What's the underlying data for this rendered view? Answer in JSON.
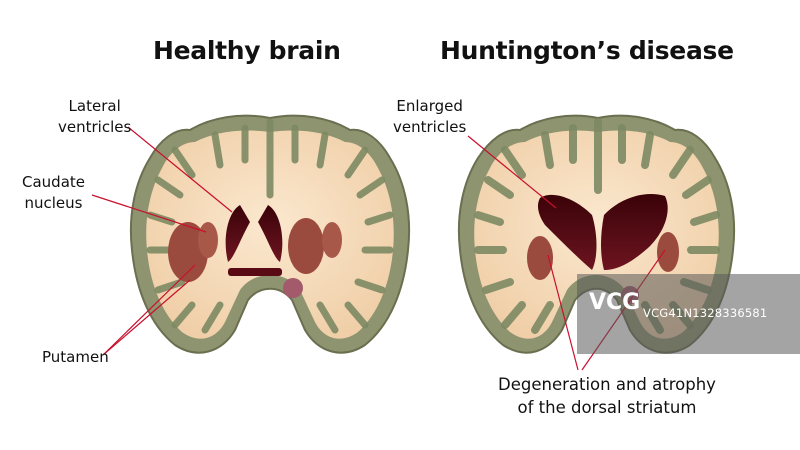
{
  "titles": {
    "left": "Healthy brain",
    "right": "Huntington’s disease"
  },
  "labels": {
    "lateral_line1": "Lateral",
    "lateral_line2": "ventricles",
    "caudate_line1": "Caudate",
    "caudate_line2": "nucleus",
    "putamen": "Putamen",
    "enlarged_line1": "Enlarged",
    "enlarged_line2": "ventricles",
    "degeneration_line1": "Degeneration and atrophy",
    "degeneration_line2": "of the dorsal striatum"
  },
  "watermark": {
    "logo": "VCG",
    "id": "VCG41N1328336581"
  },
  "colors": {
    "white_matter": "#f6d9b8",
    "cortex": "#8e9470",
    "ventricle": "#5a0a14",
    "striatum": "#9b4a3e",
    "leader_line": "#c8102e"
  }
}
